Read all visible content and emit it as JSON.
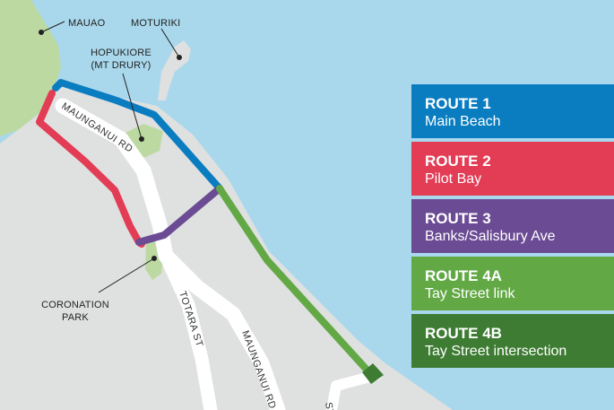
{
  "places": {
    "mauao": "MAUAO",
    "moturiki": "MOTURIKI",
    "hopukiore_line1": "HOPUKIORE",
    "hopukiore_line2": "(MT DRURY)",
    "coronation_line1": "CORONATION",
    "coronation_line2": "PARK"
  },
  "roads": {
    "maunganui_rd_north": "MAUNGANUI RD",
    "totara_st": "TOTARA ST",
    "maunganui_rd_south": "MAUNGANUI RD",
    "partial_street": "ST"
  },
  "colors": {
    "sea": "#a9d8ec",
    "land": "#dfe0e0",
    "park": "#bcd9a2",
    "road": "#ffffff",
    "route1": "#0a7dc1",
    "route2": "#e33c55",
    "route3": "#6b4b94",
    "route4a": "#62a945",
    "route4b": "#3e7c33"
  },
  "legend": [
    {
      "title": "ROUTE 1",
      "subtitle": "Main Beach",
      "color": "#0a7dc1"
    },
    {
      "title": "ROUTE 2",
      "subtitle": "Pilot Bay",
      "color": "#e33c55"
    },
    {
      "title": "ROUTE 3",
      "subtitle": "Banks/Salisbury Ave",
      "color": "#6b4b94"
    },
    {
      "title": "ROUTE 4A",
      "subtitle": "Tay Street link",
      "color": "#62a945"
    },
    {
      "title": "ROUTE 4B",
      "subtitle": "Tay Street intersection",
      "color": "#3e7c33"
    }
  ]
}
